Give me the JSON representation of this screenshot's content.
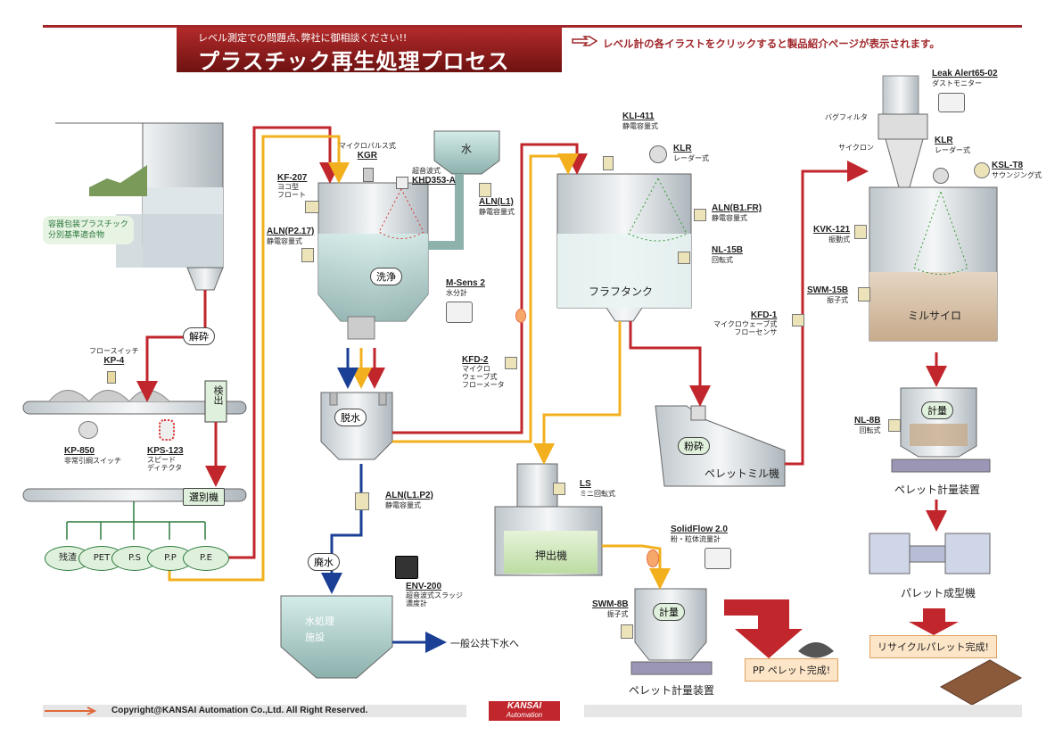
{
  "header": {
    "subtitle": "レベル測定での問題点､弊社に御相談ください!!",
    "title": "プラスチック再生処理プロセス",
    "note": "レベル計の各イラストをクリックすると製品紹介ページが表示されます。"
  },
  "footer": {
    "copyright": "Copyright@KANSAI Automation Co.,Ltd.  All Right Reserved.",
    "logo_line1": "KANSAI",
    "logo_line2": "Automation"
  },
  "labels": {
    "waste": "容器包装プラスチック\n分別基準適合物",
    "crush": "解砕",
    "inspect": "検出",
    "sort": "選別機",
    "wash": "洗浄",
    "water": "水",
    "dewater": "脱水",
    "drain": "廃水",
    "water_treatment": "水処理\n施設",
    "sewer": "一般公共下水へ",
    "fluff_tank": "フラフタンク",
    "grind": "粉砕",
    "pellet_mill": "ペレットミル機",
    "extruder": "押出機",
    "weigh1": "計量",
    "pellet_weigher1": "ペレット計量装置",
    "pp_done": "PP ペレット完成!",
    "mill_silo": "ミルサイロ",
    "weigh2": "計量",
    "pellet_weigher2": "ペレット計量装置",
    "pellet_molder": "パレット成型機",
    "recycle_done": "リサイクルパレット完成!",
    "bag_filter": "バグフィルタ",
    "cyclone": "サイクロン",
    "sorted": [
      "残渣",
      "PET",
      "P.S",
      "P.P",
      "P.E"
    ]
  },
  "instruments": [
    {
      "model": "KP-4",
      "desc": "フロースイッチ"
    },
    {
      "model": "KP-850",
      "desc": "非常引綱スイッチ"
    },
    {
      "model": "KPS-123",
      "desc": "スピード\nディテクタ"
    },
    {
      "model": "KF-207",
      "desc": "ヨコ型\nフロート"
    },
    {
      "model": "KGR",
      "desc": "マイクロパルス式"
    },
    {
      "model": "KHD353-A",
      "desc": "超音波式"
    },
    {
      "model": "ALN(P2.17)",
      "desc": "静電容量式"
    },
    {
      "model": "ALN(L1)",
      "desc": "静電容量式"
    },
    {
      "model": "M-Sens 2",
      "desc": "水分計"
    },
    {
      "model": "KFD-2",
      "desc": "マイクロ\nウェーブ式\nフローメータ"
    },
    {
      "model": "ALN(L1.P2)",
      "desc": "静電容量式"
    },
    {
      "model": "ENV-200",
      "desc": "超音波式スラッジ\n濃度計"
    },
    {
      "model": "KLI-411",
      "desc": "静電容量式"
    },
    {
      "model": "KLR",
      "desc": "レーダー式"
    },
    {
      "model": "ALN(B1.FR)",
      "desc": "静電容量式"
    },
    {
      "model": "NL-15B",
      "desc": "回転式"
    },
    {
      "model": "KFD-1",
      "desc": "マイクロウェーブ式\nフローセンサ"
    },
    {
      "model": "LS",
      "desc": "ミニ回転式"
    },
    {
      "model": "SolidFlow 2.0",
      "desc": "粉・粒体流量計"
    },
    {
      "model": "SWM-8B",
      "desc": "振子式"
    },
    {
      "model": "Leak Alert65-02",
      "desc": "ダストモニター"
    },
    {
      "model": "KLR",
      "desc": "レーダー式"
    },
    {
      "model": "KSL-T8",
      "desc": "サウンジング式"
    },
    {
      "model": "KVK-121",
      "desc": "振動式"
    },
    {
      "model": "SWM-15B",
      "desc": "振子式"
    },
    {
      "model": "NL-8B",
      "desc": "回転式"
    }
  ],
  "colors": {
    "red_line": "#c0262c",
    "yellow_line": "#f2b01e",
    "blue_line": "#1a3f95",
    "title_bg": "#8b1a1a",
    "arrow_red": "#c0262c"
  }
}
